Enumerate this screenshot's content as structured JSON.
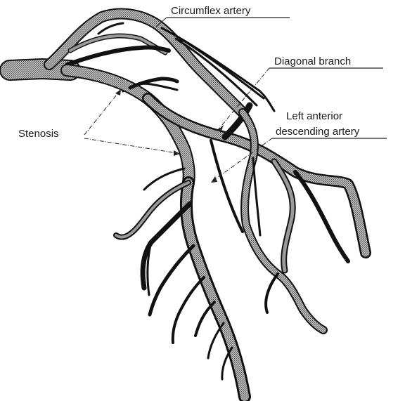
{
  "diagram": {
    "labels": {
      "circumflex": "Circumflex artery",
      "diagonal": "Diagonal branch",
      "lad_line1": "Left anterior",
      "lad_line2": "descending artery",
      "stenosis": "Stenosis"
    },
    "colors": {
      "vessel_shade": "#9a9a9a",
      "vessel_outline": "#111111",
      "background": "#ffffff"
    }
  }
}
